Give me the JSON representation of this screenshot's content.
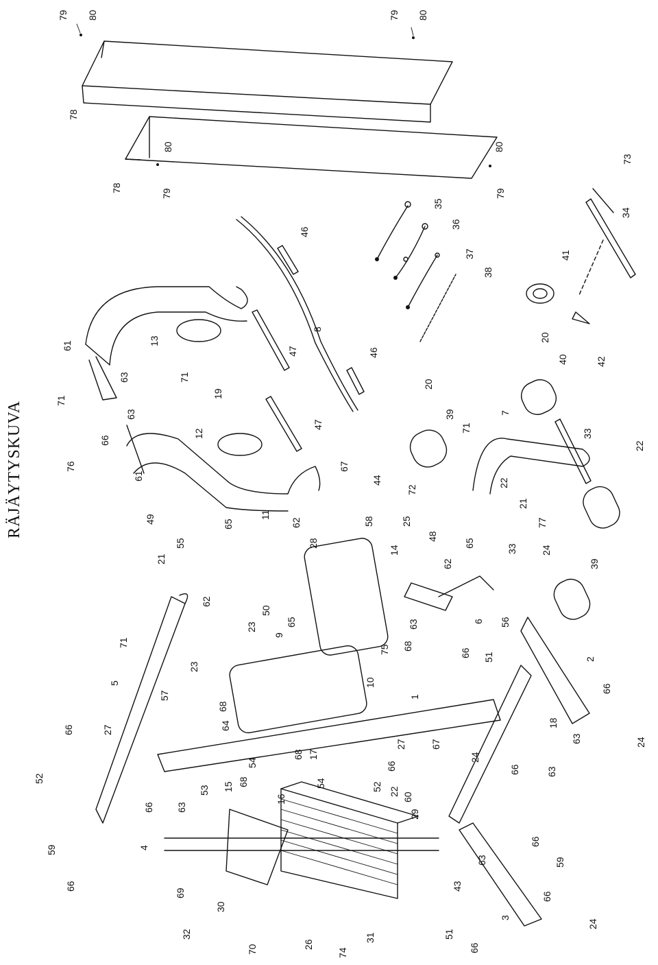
{
  "page_title": "RÄJÄYTYSKUVA",
  "labels": {
    "l79a": "79",
    "l80a": "80",
    "l79b": "79",
    "l80b": "80",
    "l78a": "78",
    "l78b": "78",
    "l80c": "80",
    "l79c": "79",
    "l80d": "80",
    "l79d": "79",
    "l73": "73",
    "l34": "34",
    "l41": "41",
    "l42": "42",
    "l35": "35",
    "l36": "36",
    "l37": "37",
    "l38": "38",
    "l46a": "46",
    "l46b": "46",
    "l8": "8",
    "l47a": "47",
    "l47b": "47",
    "l13": "13",
    "l12": "12",
    "l19": "19",
    "l61a": "61",
    "l61b": "61",
    "l63a": "63",
    "l63b": "63",
    "l71a": "71",
    "l71b": "71",
    "l66a": "66",
    "l76": "76",
    "l20a": "20",
    "l20b": "20",
    "l40": "40",
    "l33a": "33",
    "l7": "7",
    "l22a": "22",
    "l39a": "39",
    "l71c": "71",
    "l22b": "22",
    "l67a": "67",
    "l44": "44",
    "l58": "58",
    "l72": "72",
    "l21a": "21",
    "l77": "77",
    "l49": "49",
    "l55": "55",
    "l65a": "65",
    "l11": "11",
    "l62a": "62",
    "l28": "28",
    "l25": "25",
    "l48": "48",
    "l65b": "65",
    "l33b": "33",
    "l62b": "62",
    "l14": "14",
    "l24a": "24",
    "l39b": "39",
    "l21b": "21",
    "l62c": "62",
    "l50": "50",
    "l65c": "65",
    "l23a": "23",
    "l9": "9",
    "l10": "10",
    "l75": "75",
    "l68a": "68",
    "l63c": "63",
    "l66b": "66",
    "l6": "6",
    "l56": "56",
    "l51a": "51",
    "l2": "2",
    "l66c": "66",
    "l71d": "71",
    "l5": "5",
    "l23b": "23",
    "l57": "57",
    "l68b": "68",
    "l64": "64",
    "l1": "1",
    "l18": "18",
    "l63d": "63",
    "l24b": "24",
    "l66d": "66",
    "l63e": "63",
    "l52a": "52",
    "l66e": "66",
    "l27a": "27",
    "l53": "53",
    "l15": "15",
    "l68c": "68",
    "l54a": "54",
    "l68d": "68",
    "l17": "17",
    "l16": "16",
    "l54b": "54",
    "l52b": "52",
    "l66f": "66",
    "l27b": "27",
    "l67b": "67",
    "l22c": "22",
    "l60": "60",
    "l29": "29",
    "l24c": "24",
    "l66g": "66",
    "l63f": "63",
    "l59a": "59",
    "l66h": "66",
    "l4": "4",
    "l69": "69",
    "l32": "32",
    "l30": "30",
    "l70": "70",
    "l26": "26",
    "l74": "74",
    "l31": "31",
    "l43": "43",
    "l51b": "51",
    "l66i": "66",
    "l3": "3",
    "l63g": "63",
    "l66j": "66",
    "l59b": "59",
    "l66k": "66",
    "l24d": "24"
  }
}
